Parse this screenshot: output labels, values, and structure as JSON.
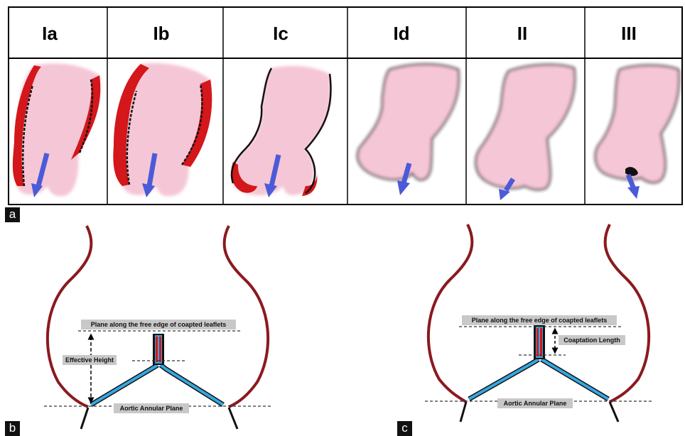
{
  "panel_labels": {
    "a": "a",
    "b": "b",
    "c": "c"
  },
  "columns": [
    {
      "header": "Ia"
    },
    {
      "header": "Ib"
    },
    {
      "header": "Ic"
    },
    {
      "header": "Id"
    },
    {
      "header": "II"
    },
    {
      "header": "III"
    }
  ],
  "diagram_b": {
    "free_edge_plane": "Plane along the free edge of coapted leaflets",
    "effective_height": "Effective Height",
    "annular_plane": "Aortic Annular Plane"
  },
  "diagram_c": {
    "free_edge_plane": "Plane along the free edge of coapted leaflets",
    "coaptation_length": "Coaptation Length",
    "annular_plane": "Aortic Annular Plane"
  },
  "colors": {
    "leaflet": "#f5c6d6",
    "disease": "#d3171a",
    "arrow": "#4b5bd8",
    "aortic_wall": "#8b1a1f",
    "commissure_leaflet": "#35a7e0"
  }
}
